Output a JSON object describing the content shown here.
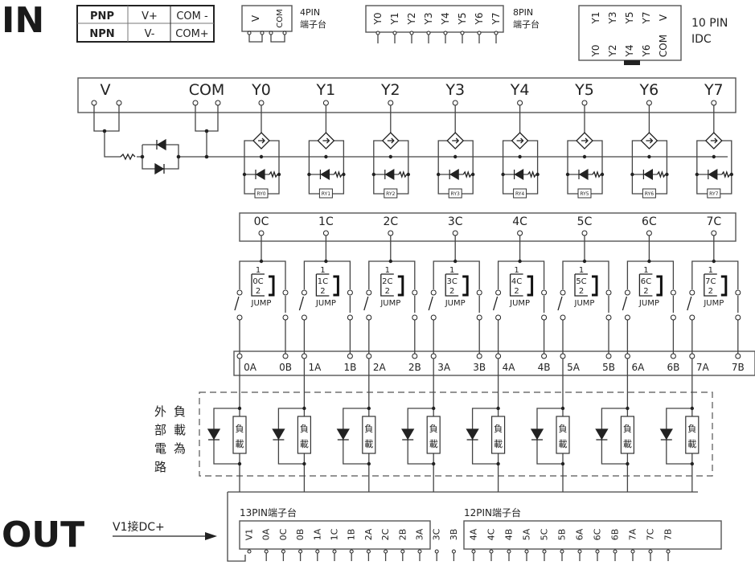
{
  "in_label": "IN",
  "out_label": "OUT",
  "polarity_table": {
    "rows": [
      {
        "type": "PNP",
        "v": "V+",
        "com": "COM -"
      },
      {
        "type": "NPN",
        "v": "V-",
        "com": "COM+"
      }
    ]
  },
  "connectors": {
    "pin4": {
      "pins": [
        "V",
        "COM"
      ],
      "title": "4PIN",
      "subtitle": "端子台"
    },
    "pin8": {
      "pins": [
        "Y0",
        "Y1",
        "Y2",
        "Y3",
        "Y4",
        "Y5",
        "Y6",
        "Y7"
      ],
      "title": "8PIN",
      "subtitle": "端子台"
    },
    "idc10": {
      "top_pins": [
        "Y1",
        "Y3",
        "Y5",
        "Y7",
        "V"
      ],
      "bottom_pins": [
        "Y0",
        "Y2",
        "Y4",
        "Y6",
        "COM"
      ],
      "title": "10 PIN",
      "subtitle": "IDC"
    }
  },
  "input_block": {
    "v_label": "V",
    "com_label": "COM",
    "channels": [
      "Y0",
      "Y1",
      "Y2",
      "Y3",
      "Y4",
      "Y5",
      "Y6",
      "Y7"
    ],
    "relays": [
      "RY0",
      "RY1",
      "RY2",
      "RY3",
      "RY4",
      "RY5",
      "RY6",
      "RY7"
    ]
  },
  "common_block": {
    "channels": [
      "0C",
      "1C",
      "2C",
      "3C",
      "4C",
      "5C",
      "6C",
      "7C"
    ]
  },
  "jumper": {
    "top": "1",
    "bottom": "2",
    "label": "JUMP"
  },
  "output_terminals": [
    [
      "0A",
      "0B"
    ],
    [
      "1A",
      "1B"
    ],
    [
      "2A",
      "2B"
    ],
    [
      "3A",
      "3B"
    ],
    [
      "4A",
      "4B"
    ],
    [
      "5A",
      "5B"
    ],
    [
      "6A",
      "6B"
    ],
    [
      "7A",
      "7B"
    ]
  ],
  "external": {
    "col1": [
      "外",
      "部",
      "電",
      "路"
    ],
    "col2": [
      "負",
      "載",
      "為"
    ],
    "load_label": [
      "負",
      "載"
    ]
  },
  "supply_note": "V1接DC+",
  "terminal13": {
    "title": "13PIN端子台",
    "pins": [
      "V1",
      "0A",
      "0C",
      "0B",
      "1A",
      "1C",
      "1B",
      "2A",
      "2C",
      "2B",
      "3A",
      "3C",
      "3B"
    ]
  },
  "terminal12": {
    "title": "12PIN端子台",
    "pins": [
      "4A",
      "4C",
      "4B",
      "5A",
      "5C",
      "5B",
      "6A",
      "6C",
      "6B",
      "7A",
      "7C",
      "7B"
    ]
  }
}
